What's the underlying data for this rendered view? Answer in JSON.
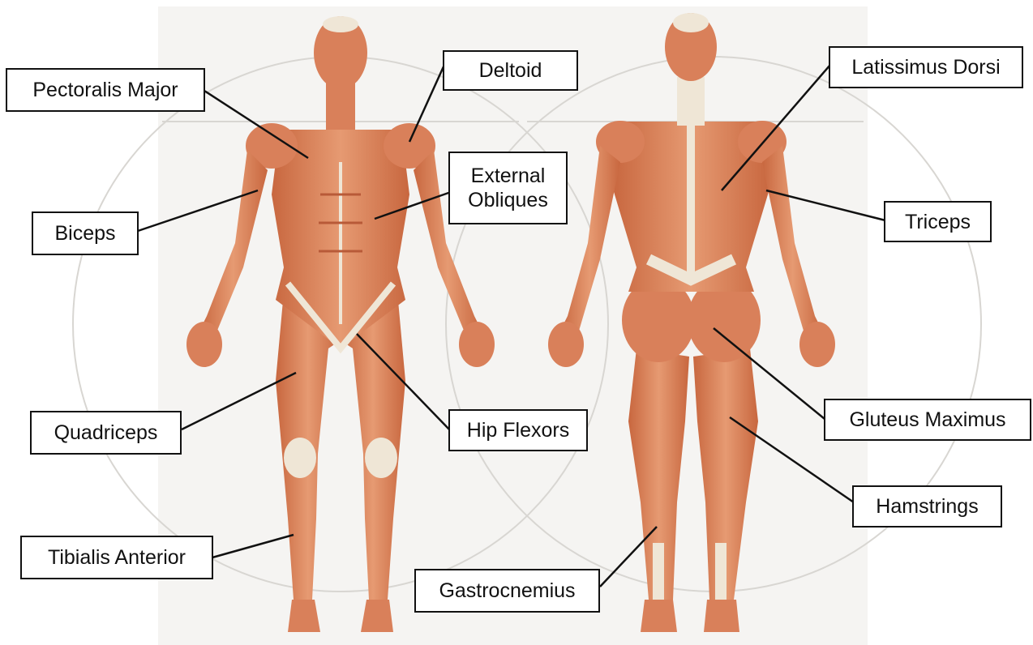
{
  "labels": {
    "pectoralis_major": "Pectoralis Major",
    "deltoid": "Deltoid",
    "latissimus_dorsi": "Latissimus Dorsi",
    "external_obliques": "External Obliques",
    "biceps": "Biceps",
    "triceps": "Triceps",
    "quadriceps": "Quadriceps",
    "hip_flexors": "Hip Flexors",
    "gluteus_maximus": "Gluteus Maximus",
    "hamstrings": "Hamstrings",
    "tibialis_anterior": "Tibialis Anterior",
    "gastrocnemius": "Gastrocnemius"
  },
  "colors": {
    "muscle": "#d9805a",
    "muscle_dark": "#b85a38",
    "tendon": "#efe6d6",
    "background": "#f5f4f2",
    "leader_line": "#111111"
  },
  "figures": [
    "front-view",
    "back-view"
  ]
}
